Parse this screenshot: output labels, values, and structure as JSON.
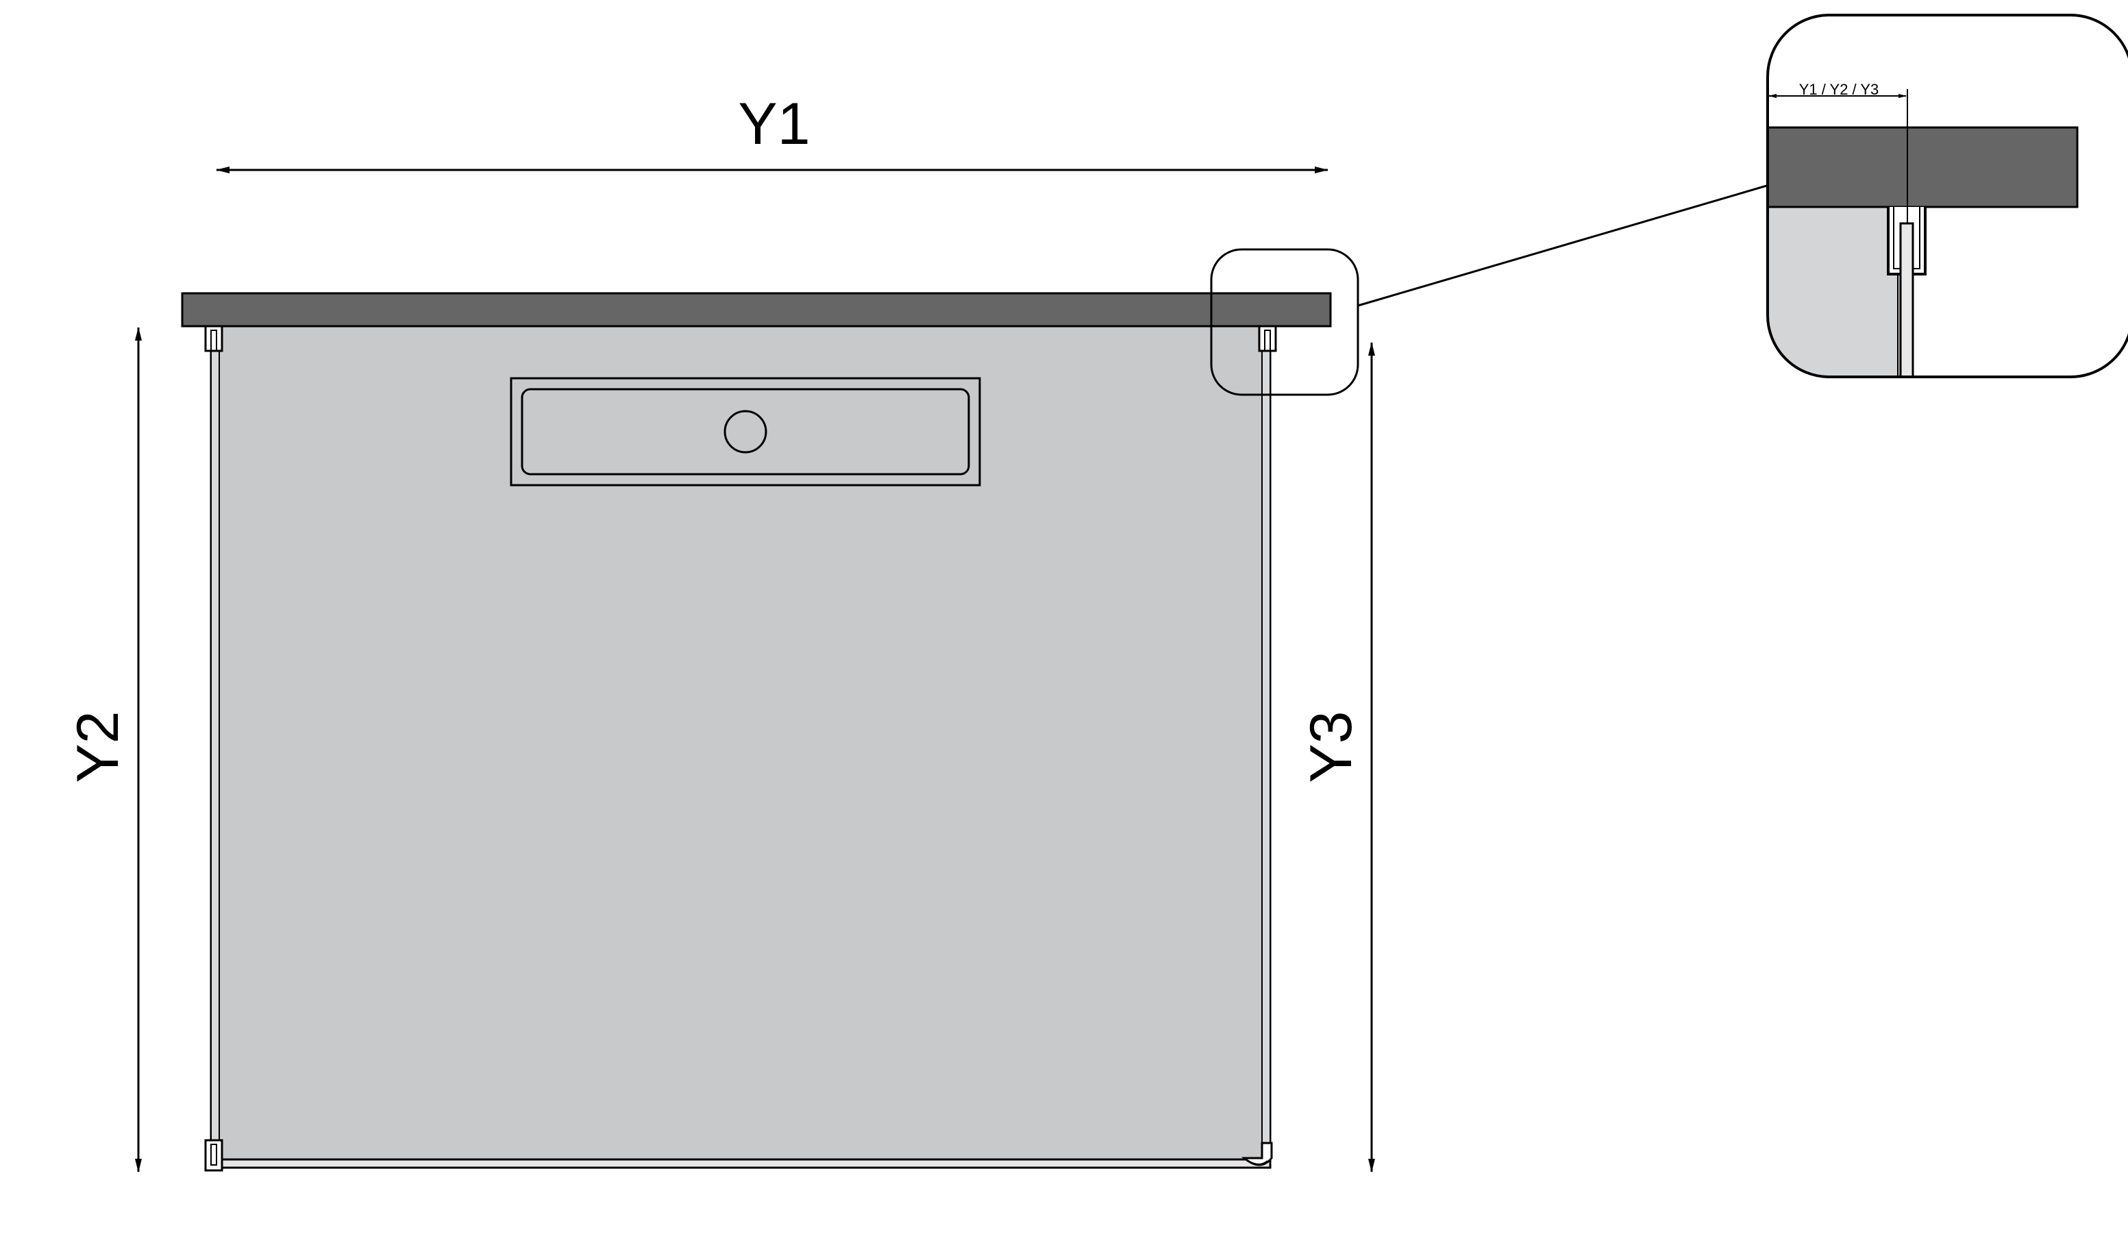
{
  "dimensions": {
    "width_label": "Y1",
    "left_height_label": "Y2",
    "right_height_label": "Y3",
    "detail_label": "Y1 / Y2 / Y3"
  },
  "colors": {
    "background": "#ffffff",
    "countertop": "#666666",
    "panel": "#c8c9cb",
    "panel_light": "#d4d5d7",
    "line": "#000000"
  }
}
